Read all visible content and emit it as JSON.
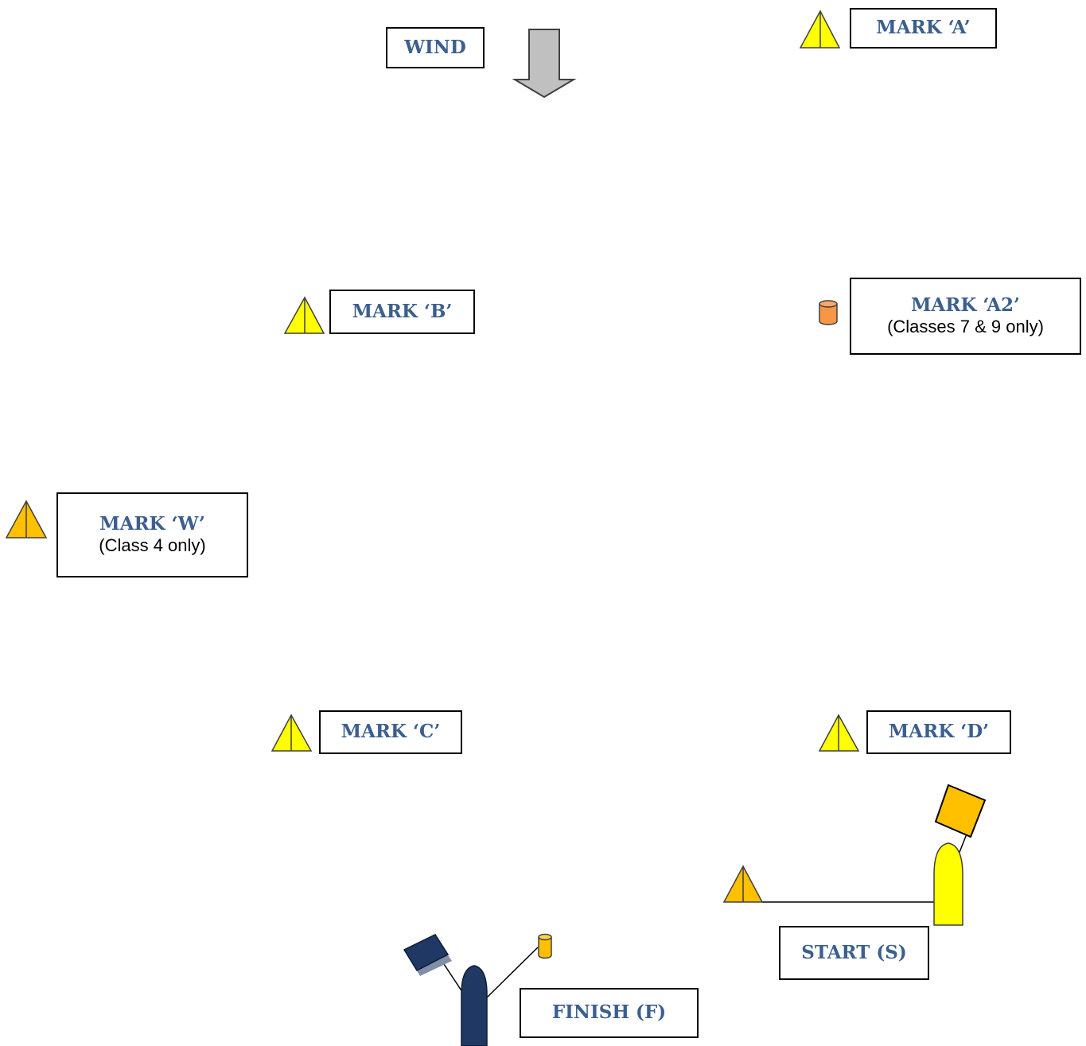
{
  "colors": {
    "label_text": "#3b5f8e",
    "yellow_mark": "#ffff00",
    "orange_mark": "#ffc000",
    "cylinder_orange": "#f79646",
    "finish_boat": "#1f3864",
    "wind_arrow": "#c0c0c0"
  },
  "wind": {
    "label": "WIND",
    "icon": "arrow-down-icon"
  },
  "marks": {
    "a": {
      "title": "MARK ‘A’",
      "icon": "triangle-buoy-icon"
    },
    "b": {
      "title": "MARK ‘B’",
      "icon": "triangle-buoy-icon"
    },
    "a2": {
      "title": "MARK ‘A2’",
      "note": "(Classes 7 & 9 only)",
      "icon": "cylinder-buoy-icon"
    },
    "w": {
      "title": "MARK ‘W’",
      "note": "(Class 4 only)",
      "icon": "triangle-buoy-icon"
    },
    "c": {
      "title": "MARK ‘C’",
      "icon": "triangle-buoy-icon"
    },
    "d": {
      "title": "MARK ‘D’",
      "icon": "triangle-buoy-icon"
    }
  },
  "start": {
    "label": "START (S)",
    "icon": "committee-boat-icon"
  },
  "finish": {
    "label": "FINISH (F)",
    "icon": "finish-boat-icon"
  }
}
